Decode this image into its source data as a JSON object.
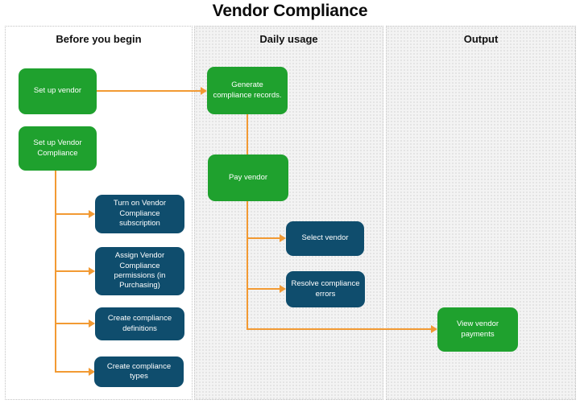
{
  "title": "Vendor Compliance",
  "colors": {
    "green": "#1fa12e",
    "blue": "#0f4d6d",
    "orange": "#f29a33"
  },
  "columns": [
    {
      "label": "Before you begin"
    },
    {
      "label": "Daily usage"
    },
    {
      "label": "Output"
    }
  ],
  "nodes": {
    "set_up_vendor": {
      "label": "Set up vendor",
      "type": "step"
    },
    "set_up_vendor_compliance": {
      "label": "Set up Vendor Compliance",
      "type": "step"
    },
    "turn_on_subscription": {
      "label": "Turn on Vendor Compliance subscription",
      "type": "subtask"
    },
    "assign_permissions": {
      "label": "Assign Vendor Compliance permissions (in Purchasing)",
      "type": "subtask"
    },
    "create_definitions": {
      "label": "Create compliance definitions",
      "type": "subtask"
    },
    "create_types": {
      "label": "Create compliance types",
      "type": "subtask"
    },
    "generate_records": {
      "label": "Generate compliance records.",
      "type": "step"
    },
    "pay_vendor": {
      "label": "Pay vendor",
      "type": "step"
    },
    "select_vendor": {
      "label": "Select vendor",
      "type": "subtask"
    },
    "resolve_errors": {
      "label": "Resolve compliance errors",
      "type": "subtask"
    },
    "view_vendor_payments": {
      "label": "View vendor payments",
      "type": "step"
    }
  }
}
